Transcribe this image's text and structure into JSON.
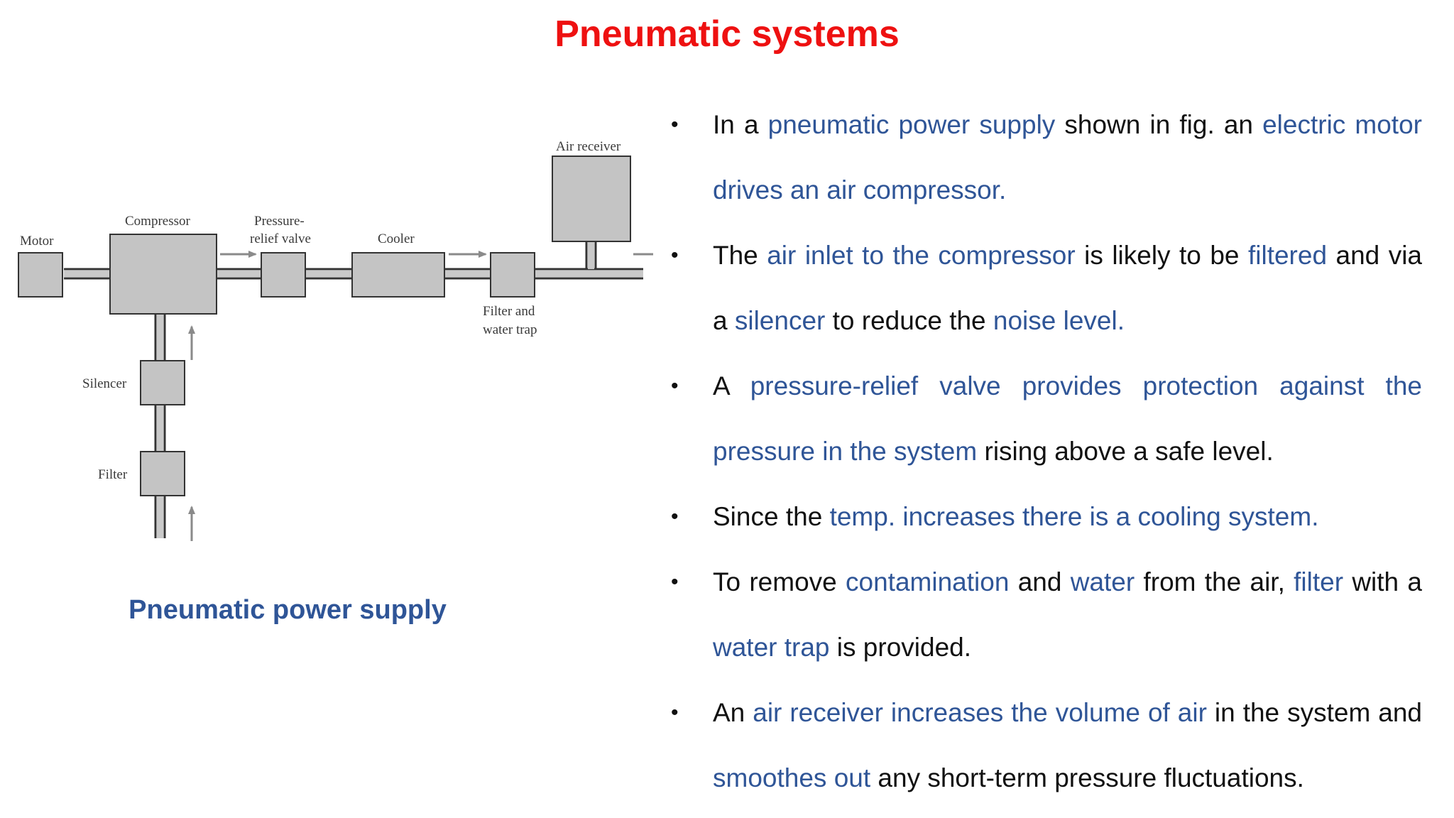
{
  "slide": {
    "title": "Pneumatic systems"
  },
  "diagram": {
    "caption": "Pneumatic power supply",
    "labels": {
      "motor": "Motor",
      "compressor": "Compressor",
      "pressure_relief_line1": "Pressure-",
      "pressure_relief_line2": "relief valve",
      "cooler": "Cooler",
      "air_receiver": "Air receiver",
      "filter_trap_line1": "Filter and",
      "filter_trap_line2": "water trap",
      "silencer": "Silencer",
      "filter": "Filter"
    }
  },
  "bullets": [
    [
      {
        "t": "In a ",
        "hl": false
      },
      {
        "t": "pneumatic power supply",
        "hl": true
      },
      {
        "t": " shown in fig. an ",
        "hl": false
      },
      {
        "t": "electric motor drives an air compressor.",
        "hl": true
      }
    ],
    [
      {
        "t": "The ",
        "hl": false
      },
      {
        "t": "air inlet to the compressor",
        "hl": true
      },
      {
        "t": " is likely to be ",
        "hl": false
      },
      {
        "t": "filtered",
        "hl": true
      },
      {
        "t": " and via a ",
        "hl": false
      },
      {
        "t": "silencer",
        "hl": true
      },
      {
        "t": " to reduce the ",
        "hl": false
      },
      {
        "t": "noise level.",
        "hl": true
      }
    ],
    [
      {
        "t": "A ",
        "hl": false
      },
      {
        "t": "pressure-relief valve provides protection against the pressure in the system",
        "hl": true
      },
      {
        "t": " rising above a safe level.",
        "hl": false
      }
    ],
    [
      {
        "t": "Since the ",
        "hl": false
      },
      {
        "t": "temp. increases  there is a cooling system.",
        "hl": true
      }
    ],
    [
      {
        "t": "To remove ",
        "hl": false
      },
      {
        "t": "contamination",
        "hl": true
      },
      {
        "t": " and ",
        "hl": false
      },
      {
        "t": "water",
        "hl": true
      },
      {
        "t": " from the air, ",
        "hl": false
      },
      {
        "t": "filter",
        "hl": true
      },
      {
        "t": " with a ",
        "hl": false
      },
      {
        "t": "water trap",
        "hl": true
      },
      {
        "t": " is provided.",
        "hl": false
      }
    ],
    [
      {
        "t": "An ",
        "hl": false
      },
      {
        "t": "air receiver increases the volume of air",
        "hl": true
      },
      {
        "t": " in the system and ",
        "hl": false
      },
      {
        "t": "smoothes out",
        "hl": true
      },
      {
        "t": " any short-term pressure fluctuations.",
        "hl": false
      }
    ]
  ]
}
